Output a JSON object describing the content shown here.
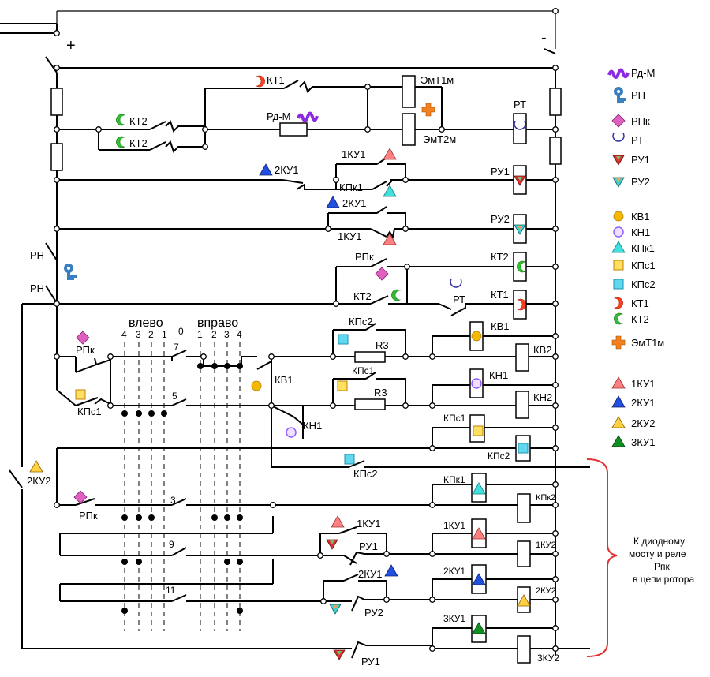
{
  "polarity": {
    "plus": "+",
    "minus": "-"
  },
  "switch_labels": {
    "left": "влево",
    "right": "вправо"
  },
  "positions": {
    "left": [
      "4",
      "3",
      "2",
      "1"
    ],
    "zero": "0",
    "right": [
      "1",
      "2",
      "3",
      "4"
    ]
  },
  "contact_numbers": [
    "7",
    "5",
    "3",
    "9",
    "11"
  ],
  "labels": {
    "kt1": "КТ1",
    "kt2": "КТ2",
    "rd_m": "Рд-М",
    "emt1m": "ЭмТ1м",
    "emt2m": "ЭмТ2м",
    "rt": "РТ",
    "ku1_1": "1КУ1",
    "ku1_2": "2КУ1",
    "kpk1": "КПк1",
    "ru1": "РУ1",
    "ru2": "РУ2",
    "rn": "РН",
    "rpk": "РПк",
    "kps1": "КПс1",
    "kps2": "КПс2",
    "kv1": "КВ1",
    "kv2": "КВ2",
    "kn1": "КН1",
    "kn2": "КН2",
    "r3": "R3",
    "kpk2": "КПк2",
    "ku1_3": "3КУ1",
    "ku2_1": "1КУ2",
    "ku2_2": "2КУ2",
    "ku2_3": "3КУ2"
  },
  "legend": [
    {
      "icon": "wave-icon",
      "label": "Рд-М",
      "color": "#8a2be2"
    },
    {
      "icon": "key-icon",
      "label": "РН",
      "color": "#3a7fc0"
    },
    {
      "icon": "diamond-icon",
      "label": "РПк",
      "color": "#e060c0"
    },
    {
      "icon": "crescent-down-icon",
      "label": "РТ",
      "color": "#3030a0"
    },
    {
      "icon": "triangle-down-red-icon",
      "label": "РУ1",
      "color": "#e03030"
    },
    {
      "icon": "triangle-down-teal-icon",
      "label": "РУ2",
      "color": "#40d0d0"
    },
    {
      "icon": "circle-orange-icon",
      "label": "КВ1",
      "color": "#f5b800"
    },
    {
      "icon": "circle-violet-icon",
      "label": "КН1",
      "color": "#c090ff"
    },
    {
      "icon": "triangle-cyan-icon",
      "label": "КПк1",
      "color": "#40e0e0"
    },
    {
      "icon": "square-yellow-icon",
      "label": "КПс1",
      "color": "#ffe060"
    },
    {
      "icon": "square-cyan-icon",
      "label": "КПс2",
      "color": "#60d8f0"
    },
    {
      "icon": "crescent-red-icon",
      "label": "КТ1",
      "color": "#ff4020"
    },
    {
      "icon": "crescent-green-icon",
      "label": "КТ2",
      "color": "#30c030"
    },
    {
      "icon": "cross-orange-icon",
      "label": "ЭмТ1м",
      "color": "#f08020"
    },
    {
      "icon": "triangle-pink-icon",
      "label": "1КУ1",
      "color": "#ff8080"
    },
    {
      "icon": "triangle-blue-icon",
      "label": "2КУ1",
      "color": "#2050e0"
    },
    {
      "icon": "triangle-yellow-icon",
      "label": "2КУ2",
      "color": "#ffd040"
    },
    {
      "icon": "triangle-green-icon",
      "label": "3КУ1",
      "color": "#109020"
    }
  ],
  "note": [
    "К диодному",
    "мосту и реле",
    "Рпк",
    "в цепи ротора"
  ],
  "colors": {
    "bracket": "#e03030"
  }
}
